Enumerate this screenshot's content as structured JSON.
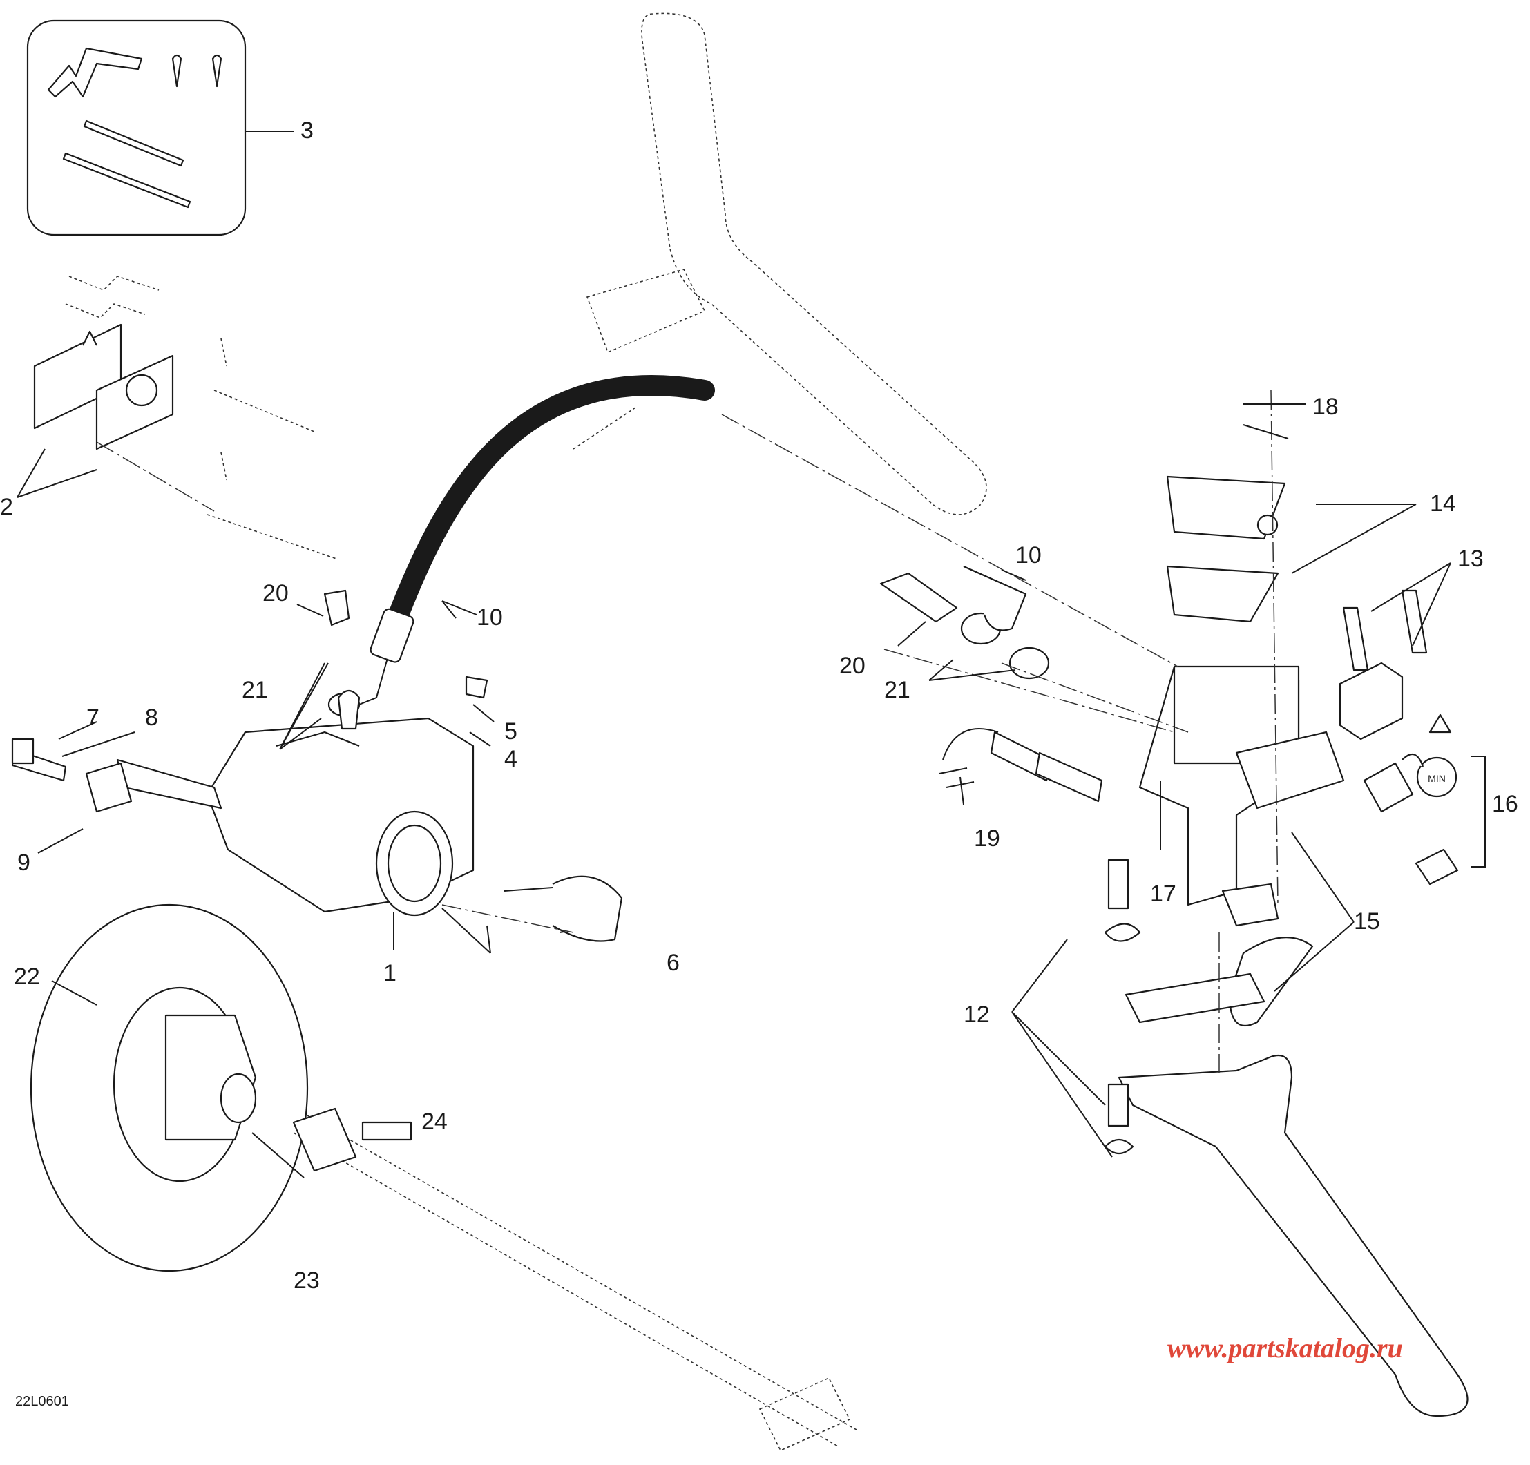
{
  "diagram_code": "22L0601",
  "watermark": {
    "text": "www.partskatalog.ru",
    "color": "#e0483a"
  },
  "callouts": [
    {
      "id": "1",
      "label": "1"
    },
    {
      "id": "2",
      "label": "2"
    },
    {
      "id": "3",
      "label": "3"
    },
    {
      "id": "4",
      "label": "4"
    },
    {
      "id": "5",
      "label": "5"
    },
    {
      "id": "6",
      "label": "6"
    },
    {
      "id": "7",
      "label": "7"
    },
    {
      "id": "8",
      "label": "8"
    },
    {
      "id": "9",
      "label": "9"
    },
    {
      "id": "10a",
      "label": "10"
    },
    {
      "id": "10b",
      "label": "10"
    },
    {
      "id": "12",
      "label": "12"
    },
    {
      "id": "13",
      "label": "13"
    },
    {
      "id": "14",
      "label": "14"
    },
    {
      "id": "15",
      "label": "15"
    },
    {
      "id": "16",
      "label": "16"
    },
    {
      "id": "17",
      "label": "17"
    },
    {
      "id": "18",
      "label": "18"
    },
    {
      "id": "19",
      "label": "19"
    },
    {
      "id": "20a",
      "label": "20"
    },
    {
      "id": "20b",
      "label": "20"
    },
    {
      "id": "21a",
      "label": "21"
    },
    {
      "id": "21b",
      "label": "21"
    },
    {
      "id": "22",
      "label": "22"
    },
    {
      "id": "23",
      "label": "23"
    },
    {
      "id": "24",
      "label": "24"
    }
  ],
  "reservoir_mark": "MIN"
}
